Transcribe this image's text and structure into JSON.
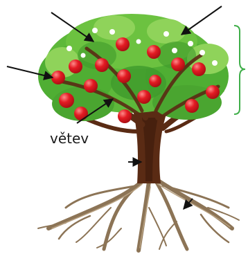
{
  "diagram": {
    "labels": {
      "branch": "větev"
    },
    "colors": {
      "leaf_dark": "#3f9a2c",
      "leaf_mid": "#5db83a",
      "leaf_light": "#8fd35a",
      "apple": "#e31b23",
      "apple_highlight": "#ff7b7b",
      "blossom": "#ffffff",
      "trunk": "#5a2b14",
      "trunk_shade": "#3f1c0c",
      "root": "#8c7456",
      "root_light": "#b7a080",
      "bracket": "#3fae49",
      "pointer": "#111111"
    },
    "icons": [
      "pointer-arrow",
      "curly-bracket",
      "apple-fruit",
      "blossom-flower"
    ]
  }
}
